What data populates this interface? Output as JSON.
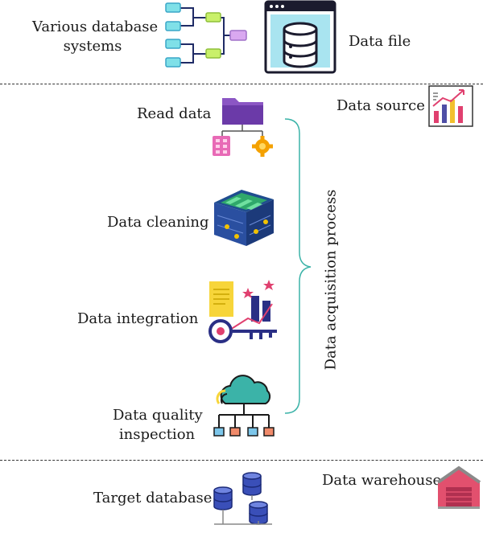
{
  "top": {
    "left_label_line1": "Various database",
    "left_label_line2": "systems",
    "right_label": "Data file"
  },
  "process": {
    "steps": [
      {
        "label": "Read data"
      },
      {
        "label": "Data cleaning"
      },
      {
        "label": "Data integration"
      },
      {
        "label_line1": "Data quality",
        "label_line2": "inspection"
      }
    ],
    "bracket_label": "Data acquisition process",
    "source_label": "Data source"
  },
  "bottom": {
    "left_label": "Target database",
    "right_label": "Data warehouse"
  },
  "colors": {
    "teal": "#3bb3a8",
    "navy": "#232f6e",
    "purple": "#7b4ab0",
    "pink": "#e0406f",
    "yellow": "#f7d53a"
  }
}
